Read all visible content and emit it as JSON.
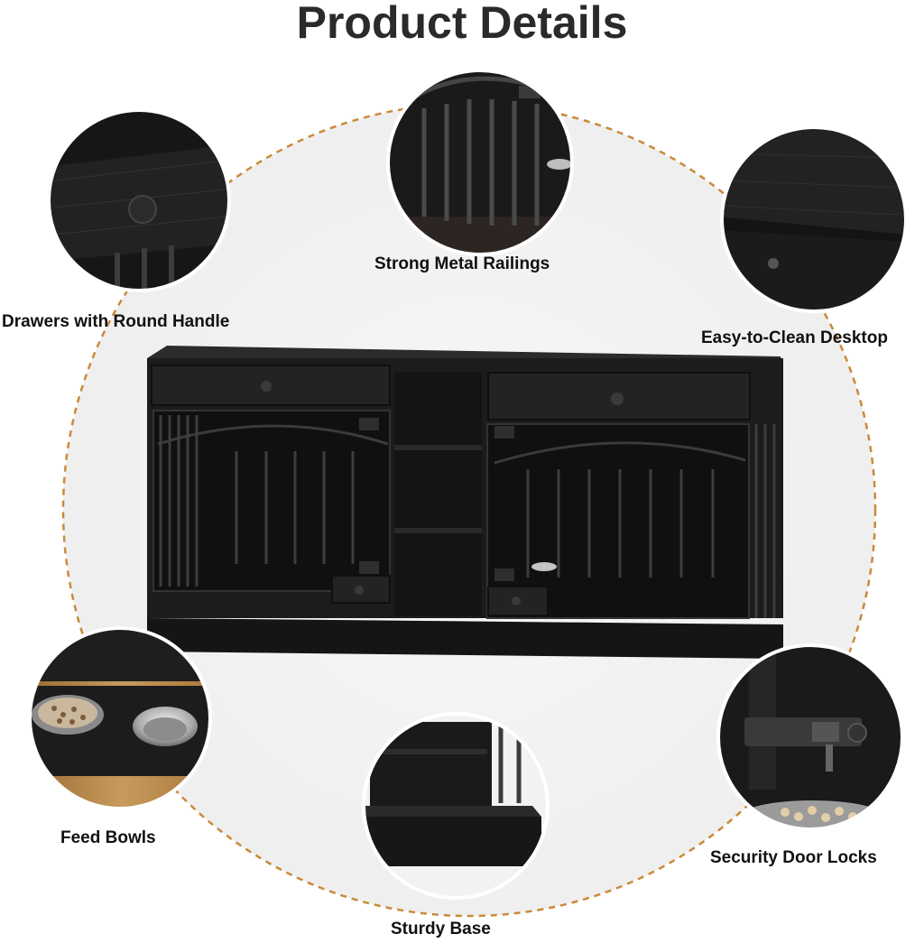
{
  "page": {
    "title": "Product Details"
  },
  "features": [
    {
      "label": "Strong Metal Railings",
      "icon": "metal-railings-closeup"
    },
    {
      "label": "Drawers with Round Handle",
      "icon": "drawer-handle-closeup"
    },
    {
      "label": "Easy-to-Clean Desktop",
      "icon": "desktop-closeup"
    },
    {
      "label": "Feed Bowls",
      "icon": "feed-bowls-closeup"
    },
    {
      "label": "Sturdy Base",
      "icon": "sturdy-base-closeup"
    },
    {
      "label": "Security Door Locks",
      "icon": "door-lock-closeup"
    }
  ],
  "colors": {
    "dashed_ring": "#c98a3a",
    "furniture": "#1c1c1c",
    "wood": "#b8894d"
  }
}
